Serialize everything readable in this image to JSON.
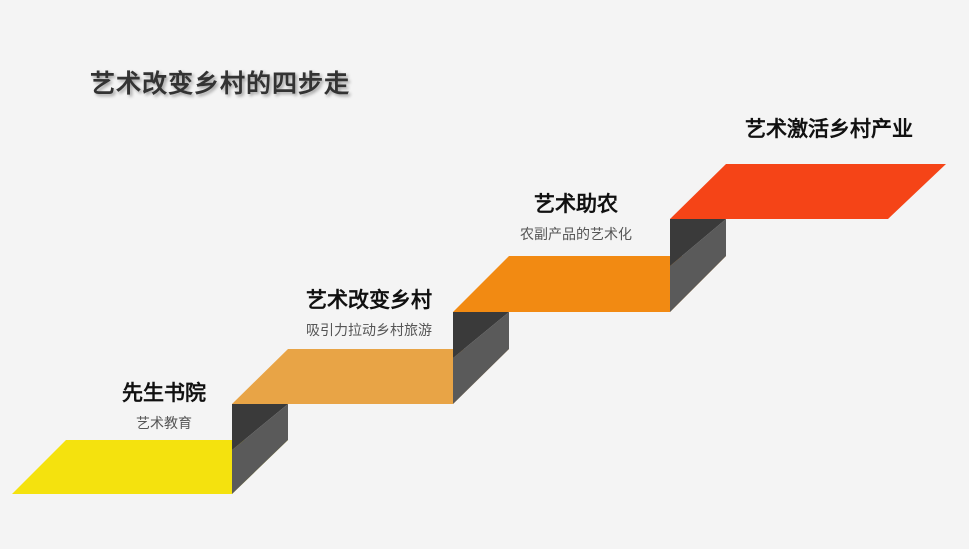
{
  "title": "艺术改变乡村的四步走",
  "steps": [
    {
      "title": "先生书院",
      "subtitle": "艺术教育",
      "color": "#f4e20e"
    },
    {
      "title": "艺术改变乡村",
      "subtitle": "吸引力拉动乡村旅游",
      "color": "#e8a446"
    },
    {
      "title": "艺术助农",
      "subtitle": "农副产品的艺术化",
      "color": "#f28a12"
    },
    {
      "title": "艺术激活乡村产业",
      "subtitle": "",
      "color": "#f54417"
    }
  ],
  "riser_colors": {
    "dark": "#3a3a3a",
    "light": "#5a5a5a"
  }
}
